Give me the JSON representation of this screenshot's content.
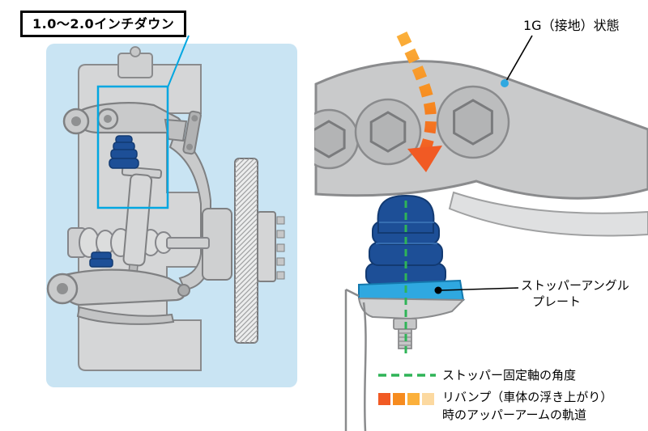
{
  "diagram": {
    "title_callout": "1.0〜2.0インチダウン"
  },
  "right_panel": {
    "state_label": "1G（接地）状態",
    "plate_label": {
      "line1": "ストッパーアングル",
      "line2": "プレート"
    },
    "legend": {
      "axis_label": "ストッパー固定軸の角度",
      "rebound_label_line1": "リバンプ（車体の浮き上がり）",
      "rebound_label_line2": "時のアッパーアームの軌道"
    }
  },
  "colors": {
    "panel_blue": "#C9E4F3",
    "highlight_cyan": "#00A7E1",
    "bumpstop_blue": "#1D4F97",
    "plate_cyan": "#2FA8E0",
    "arrow_orange_dark": "#F15A24",
    "arrow_orange_light": "#FBB03B",
    "axis_green": "#2FB457",
    "part_gray": "#C9CACB",
    "outline_gray": "#8A8B8D"
  }
}
